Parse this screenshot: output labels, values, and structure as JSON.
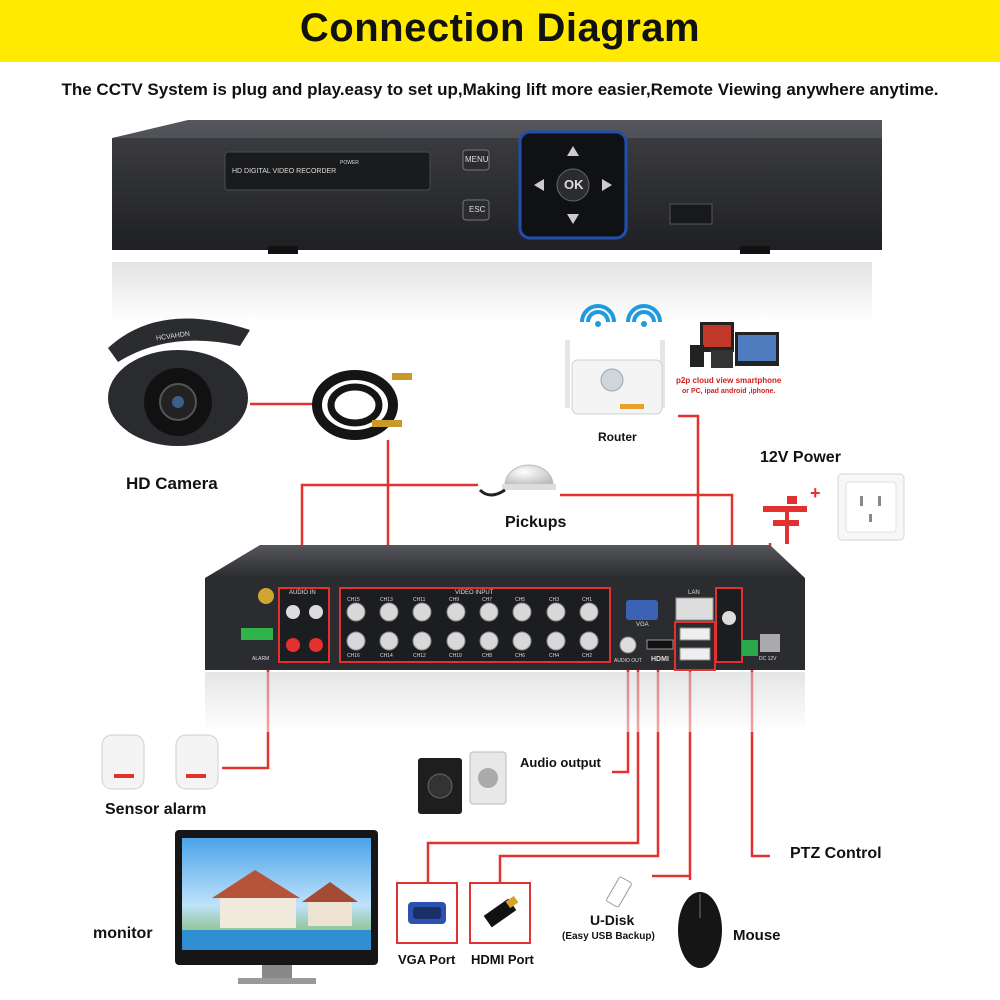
{
  "header": {
    "title": "Connection Diagram",
    "subtitle": "The CCTV System is plug and play.easy to set up,Making lift more easier,Remote Viewing anywhere anytime."
  },
  "colors": {
    "banner": "#ffea00",
    "wire": "#e53030",
    "device": "#2a2b2e"
  },
  "nvr_front": {
    "panel_label": "HD DIGITAL VIDEO RECORDER",
    "power_label": "POWER",
    "menu_label": "MENU",
    "esc_label": "ESC",
    "ok_label": "OK"
  },
  "camera": {
    "brand": "HCVAHDN",
    "label": "HD Camera"
  },
  "router": {
    "label": "Router",
    "p2p_cloud": "p2p cloud",
    "view_smartphone": "view smartphone",
    "devices_line": "or PC, ipad android ,iphone."
  },
  "power": {
    "label": "12V Power",
    "plus": "+"
  },
  "pickups": {
    "label": "Pickups"
  },
  "nvr_back": {
    "audio_in_label": "AUDIO IN",
    "video_input_label": "VIDEO INPUT",
    "vga_label": "VGA",
    "lan_label": "LAN",
    "hdmi_label": "HDMI",
    "audio_out_label": "AUDIO OUT",
    "alarm_label": "ALARM",
    "dc_label": "DC 12V",
    "top_channels": [
      "CH15",
      "CH13",
      "CH11",
      "CH9",
      "CH7",
      "CH5",
      "CH3",
      "CH1"
    ],
    "bottom_channels": [
      "CH16",
      "CH14",
      "CH12",
      "CH10",
      "CH8",
      "CH6",
      "CH4",
      "CH2"
    ]
  },
  "sensor": {
    "label": "Sensor alarm"
  },
  "audio_output": {
    "label": "Audio output"
  },
  "monitor": {
    "label": "monitor"
  },
  "ports": {
    "vga": "VGA Port",
    "hdmi": "HDMI Port"
  },
  "udisk": {
    "label": "U-Disk",
    "sublabel": "(Easy USB Backup)"
  },
  "mouse": {
    "label": "Mouse"
  },
  "ptz": {
    "label": "PTZ Control"
  }
}
